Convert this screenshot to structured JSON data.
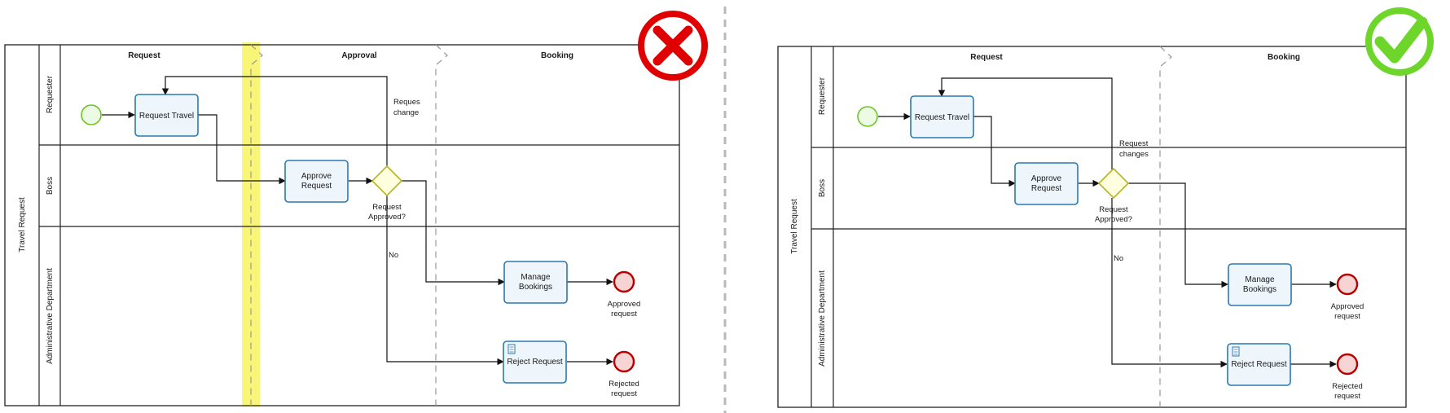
{
  "pool": {
    "label": "Travel Request"
  },
  "lanes": [
    "Requester",
    "Boss",
    "Administrative Department"
  ],
  "phases": {
    "request": "Request",
    "approval": "Approval",
    "booking": "Booking"
  },
  "tasks": {
    "request_travel": "Request Travel",
    "approve_request": [
      "Approve",
      "Request"
    ],
    "manage_bookings": [
      "Manage",
      "Bookings"
    ],
    "reject_request": "Reject Request"
  },
  "gateway": {
    "label": [
      "Request",
      "Approved?"
    ]
  },
  "flows": {
    "changes_left": [
      "Reques",
      "change"
    ],
    "changes_right": [
      "Request",
      "changes"
    ],
    "no": "No"
  },
  "end_events": {
    "approved": [
      "Approved",
      "request"
    ],
    "rejected": [
      "Rejected",
      "request"
    ]
  },
  "colors": {
    "task_stroke": "#2b78b0",
    "task_fill": "#eef5fb",
    "gateway_stroke": "#b5b521",
    "gateway_fill": "#ffffe0",
    "start_stroke": "#6cc426",
    "start_fill": "#eefbe4",
    "end_stroke": "#b80000",
    "end_fill": "#f7d4d4",
    "highlight": "#f7f24a",
    "wrong": "#e00000",
    "right": "#6ed62b"
  }
}
